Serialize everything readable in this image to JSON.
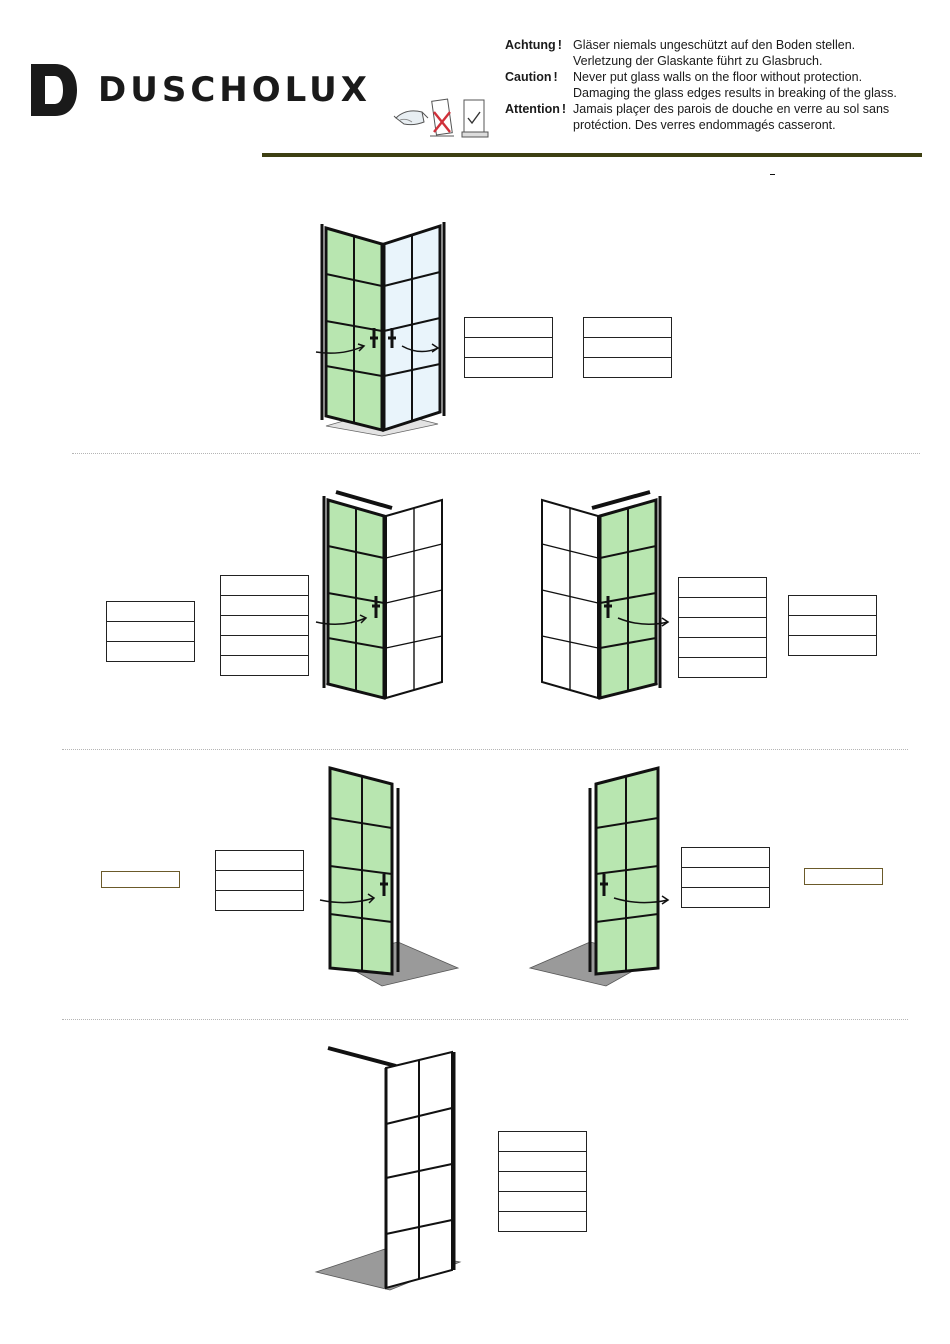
{
  "brand": {
    "name": "DUSCHOLUX",
    "logo_icon": "duscholux-d-logo-icon"
  },
  "warning": {
    "icons": [
      "safety-glasses-icon",
      "glass-on-floor-crossed-icon",
      "glass-protected-check-icon"
    ],
    "entries": [
      {
        "key": "Achtung",
        "mark": "!",
        "lines": [
          "Gläser niemals ungeschützt auf den Boden stellen.",
          "Verletzung der Glaskante führt zu Glasbruch."
        ]
      },
      {
        "key": "Caution",
        "mark": "!",
        "lines": [
          "Never put glass walls on the floor without protection.",
          "Damaging the glass edges results in breaking of the glass."
        ]
      },
      {
        "key": "Attention",
        "mark": "!",
        "lines": [
          "Jamais plaçer des parois de douche en verre au sol sans",
          "protéction. Des verres endommagés casseront."
        ]
      }
    ]
  },
  "colors": {
    "rule": "#3d3f12",
    "glass_highlight": "#b8e6b0",
    "frame": "#111111",
    "floor": "#9a9a9a"
  }
}
